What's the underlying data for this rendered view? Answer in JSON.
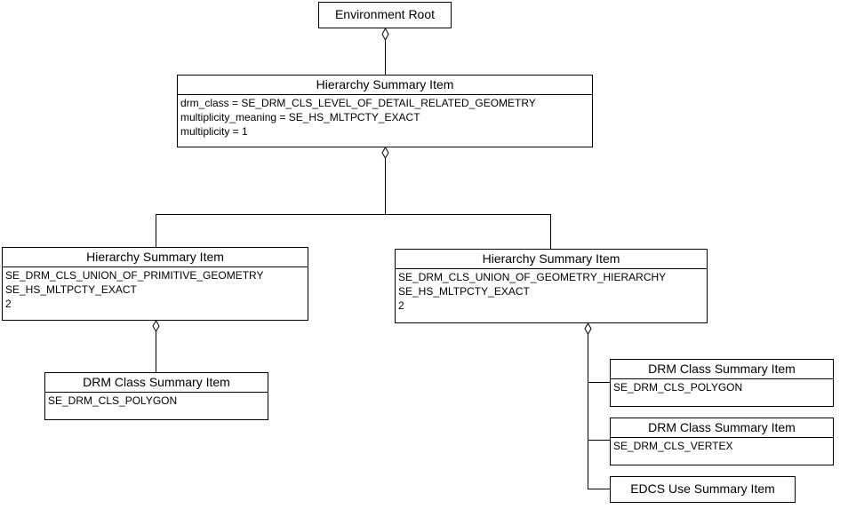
{
  "root": {
    "title": "Environment Root"
  },
  "top_hierarchy": {
    "title": "Hierarchy Summary Item",
    "attributes": [
      "drm_class = SE_DRM_CLS_LEVEL_OF_DETAIL_RELATED_GEOMETRY",
      "multiplicity_meaning = SE_HS_MLTPCTY_EXACT",
      "multiplicity = 1"
    ]
  },
  "left_hierarchy": {
    "title": "Hierarchy Summary Item",
    "attributes": [
      "SE_DRM_CLS_UNION_OF_PRIMITIVE_GEOMETRY",
      "SE_HS_MLTPCTY_EXACT",
      "2"
    ]
  },
  "right_hierarchy": {
    "title": "Hierarchy Summary Item",
    "attributes": [
      "SE_DRM_CLS_UNION_OF_GEOMETRY_HIERARCHY",
      "SE_HS_MLTPCTY_EXACT",
      "2"
    ]
  },
  "left_drm_polygon": {
    "title": "DRM Class Summary Item",
    "attributes": [
      "SE_DRM_CLS_POLYGON"
    ]
  },
  "right_drm_polygon": {
    "title": "DRM Class Summary Item",
    "attributes": [
      "SE_DRM_CLS_POLYGON"
    ]
  },
  "right_drm_vertex": {
    "title": "DRM Class Summary Item",
    "attributes": [
      "SE_DRM_CLS_VERTEX"
    ]
  },
  "edcs_use": {
    "title": "EDCS Use Summary Item"
  }
}
